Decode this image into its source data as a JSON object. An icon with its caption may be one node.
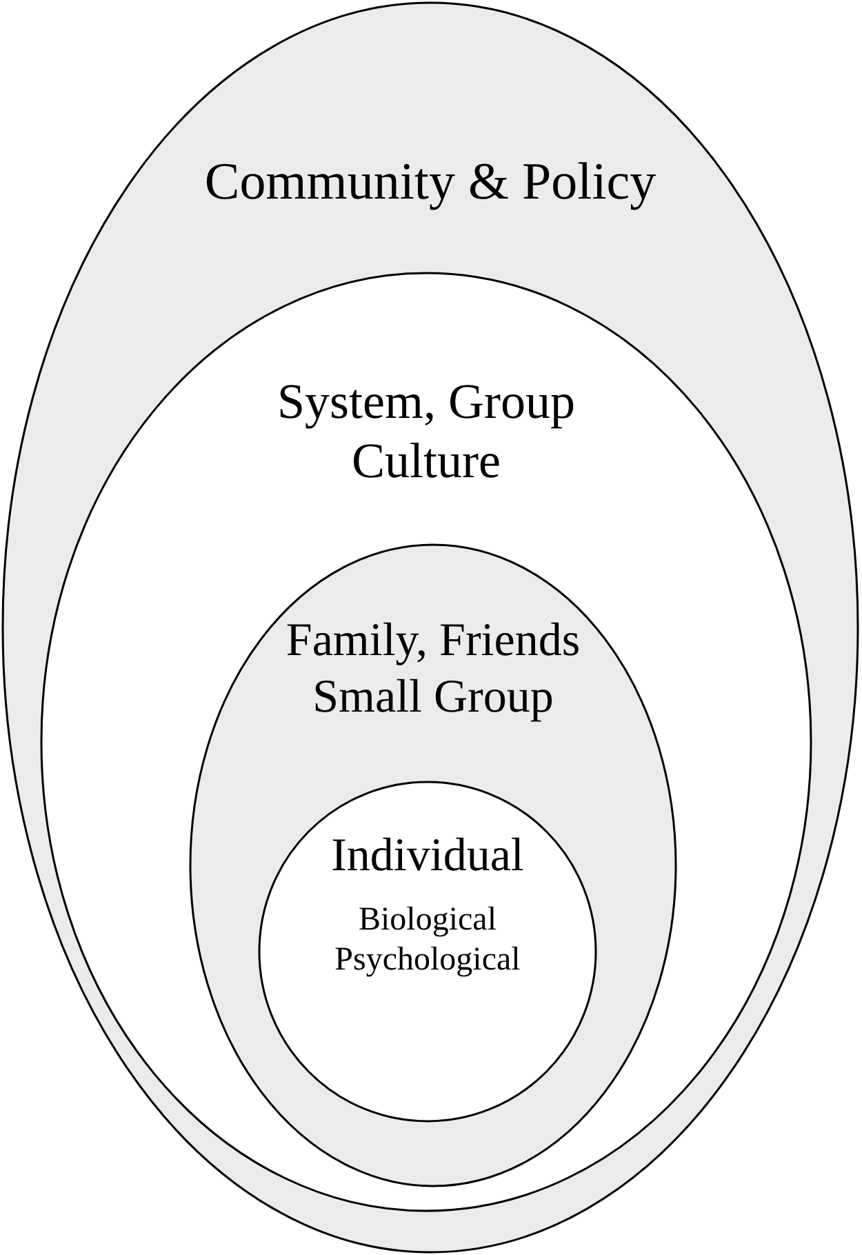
{
  "diagram": {
    "nodes": [
      {
        "text": [
          "Community & Policy"
        ]
      },
      {
        "text": [
          "System, Group Culture"
        ],
        "in": 0
      },
      {
        "text": [
          "Family, Friends Small Group"
        ],
        "in": 1
      },
      {
        "text": [
          "Individual",
          "Biological Psychological"
        ],
        "in": 2
      }
    ]
  }
}
